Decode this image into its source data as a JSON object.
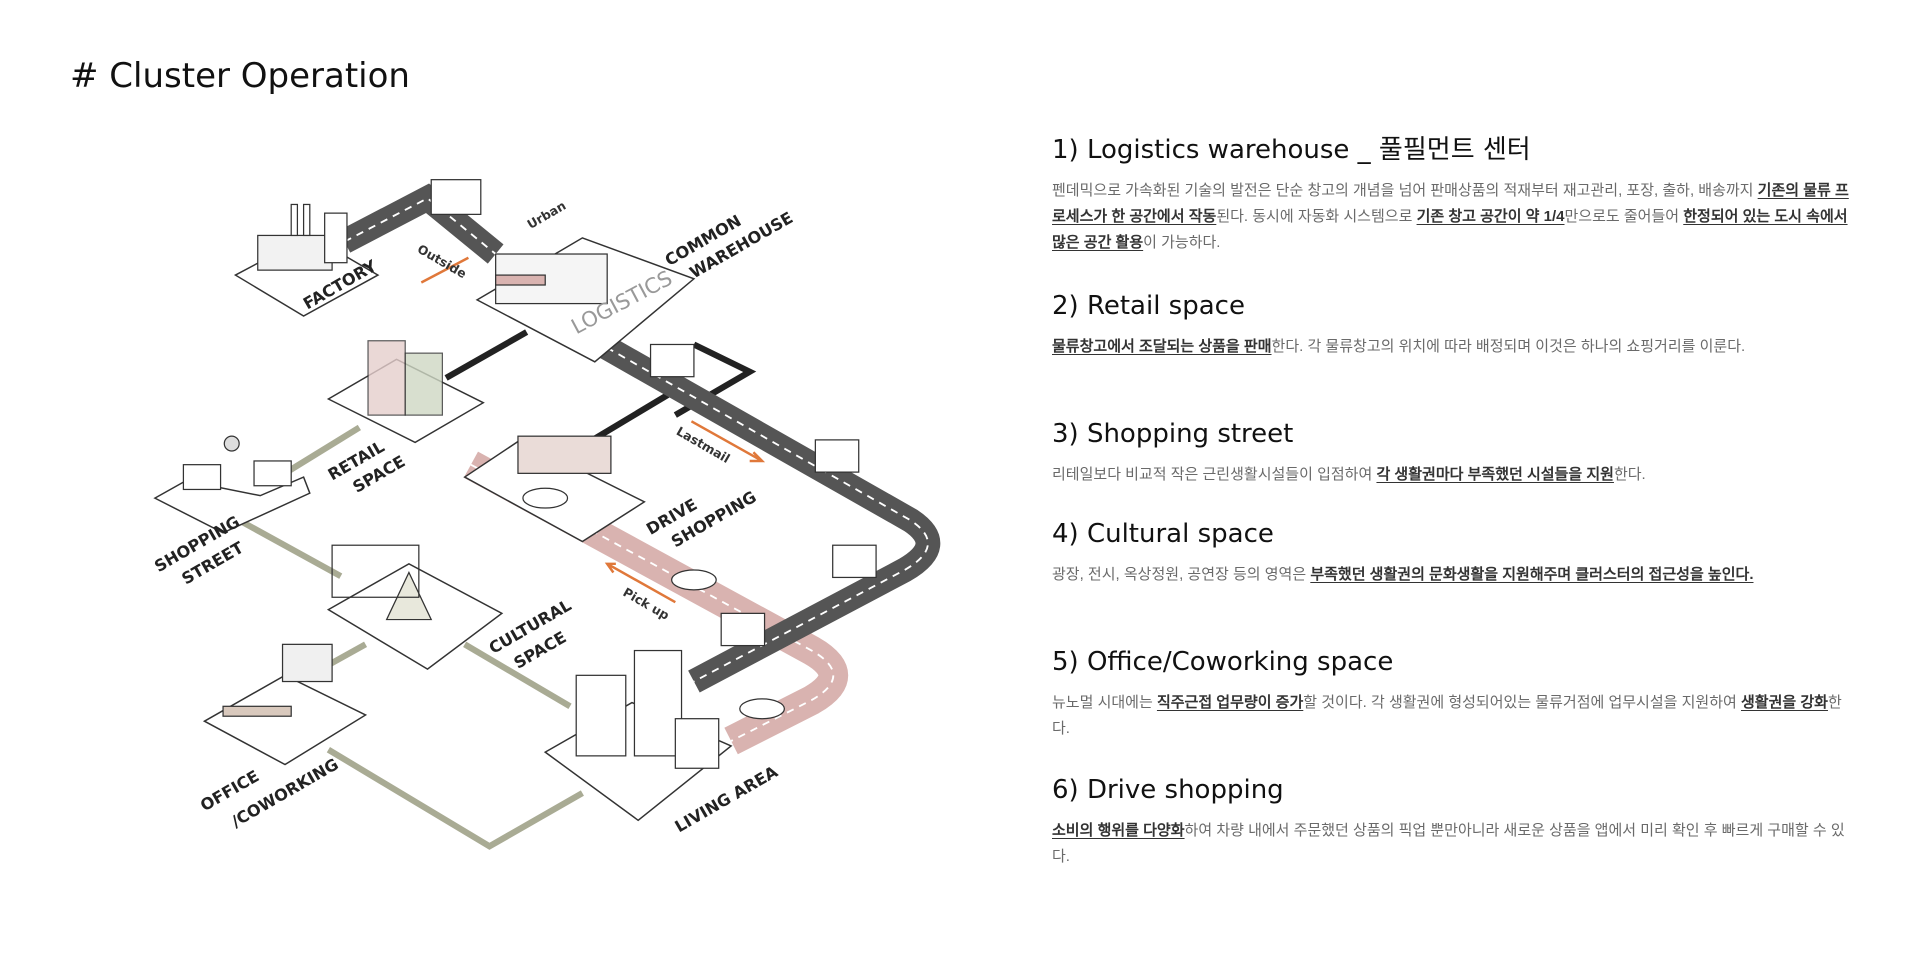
{
  "title": "# Cluster Operation",
  "diagram": {
    "labels": {
      "factory": "FACTORY",
      "outside": "Outside",
      "urban": "Urban",
      "common": "COMMON",
      "warehouse": "WAREHOUSE",
      "logistics": "LOGISTICS",
      "retail": "RETAIL",
      "space": "SPACE",
      "shopping": "SHOPPING",
      "street": "STREET",
      "lastmail": "Lastmail",
      "drive": "DRIVE",
      "drive_shopping": "SHOPPING",
      "pickup": "Pick up",
      "cultural": "CULTURAL",
      "cultural_space": "SPACE",
      "office": "OFFICE",
      "coworking": "/COWORKING",
      "living": "LIVING AREA"
    },
    "colors": {
      "road": "#555555",
      "pink": "#d9b3b0",
      "olive": "#a9ab94",
      "accent": "#e0783a"
    }
  },
  "sections": [
    {
      "heading": "1) Logistics warehouse _ 풀필먼트 센터",
      "segments": [
        {
          "t": "펜데믹으로 가속화된 기술의 발전은 단순 창고의 개념을 넘어 판매상품의 적재부터 재고관리, 포장, 출하, 배송까지 "
        },
        {
          "t": "기존의 물류 프로세스가 한 공간에서 작동",
          "em": true
        },
        {
          "t": "된다. 동시에 자동화 시스템으로 "
        },
        {
          "t": "기존 창고 공간이 약 1/4",
          "em": true
        },
        {
          "t": "만으로도 줄어들어 "
        },
        {
          "t": "한정되어 있는 도시 속에서 많은 공간 활용",
          "em": true
        },
        {
          "t": "이 가능하다."
        }
      ]
    },
    {
      "heading": "2) Retail space",
      "segments": [
        {
          "t": "물류창고에서 조달되는 상품을 판매",
          "em": true
        },
        {
          "t": "한다. 각 물류창고의 위치에 따라 배정되며 이것은 하나의 쇼핑거리를 이룬다."
        }
      ]
    },
    {
      "heading": "3) Shopping street",
      "segments": [
        {
          "t": "리테일보다 비교적 작은 근린생활시설들이 입점하여 "
        },
        {
          "t": "각 생활권마다 부족했던 시설들을 지원",
          "em": true
        },
        {
          "t": "한다."
        }
      ]
    },
    {
      "heading": "4) Cultural space",
      "segments": [
        {
          "t": "광장, 전시, 옥상정원, 공연장 등의 영역은 "
        },
        {
          "t": "부족했던 생활권의 문화생활을 지원해주며 클러스터의 접근성을 높인다.",
          "em": true
        }
      ]
    },
    {
      "heading": "5) Office/Coworking space",
      "segments": [
        {
          "t": "뉴노멀 시대에는 "
        },
        {
          "t": "직주근접 업무량이 증가",
          "em": true
        },
        {
          "t": "할 것이다. 각 생활권에 형성되어있는 물류거점에 업무시설을 지원하여 "
        },
        {
          "t": "생활권을 강화",
          "em": true
        },
        {
          "t": "한다."
        }
      ]
    },
    {
      "heading": "6) Drive shopping",
      "segments": [
        {
          "t": "소비의 행위를 다양화",
          "em": true
        },
        {
          "t": "하여 차량 내에서 주문했던 상품의 픽업 뿐만아니라 새로운 상품을 앱에서 미리 확인 후 빠르게 구매할 수 있다."
        }
      ]
    }
  ]
}
